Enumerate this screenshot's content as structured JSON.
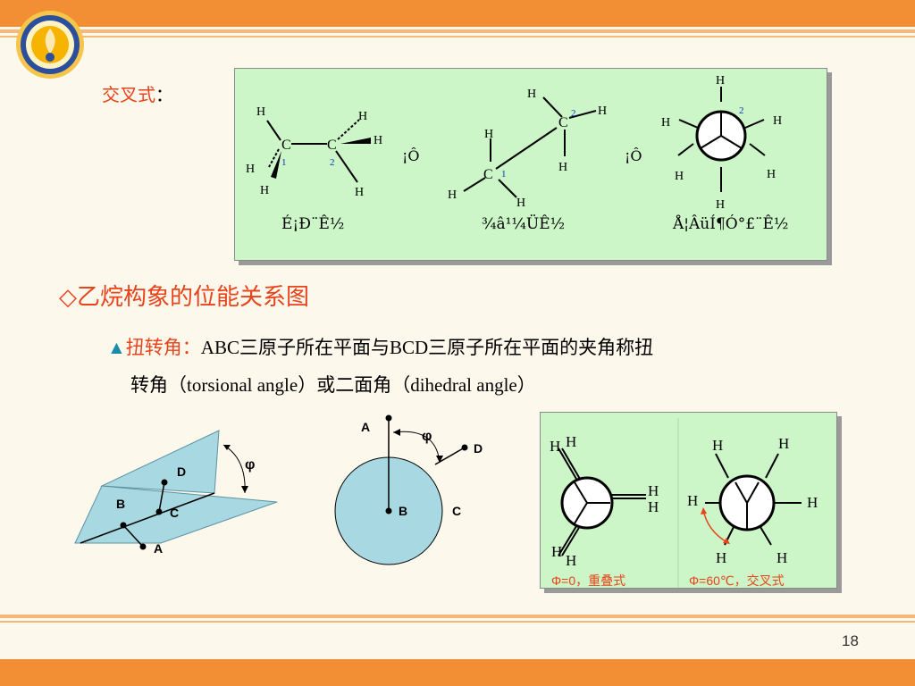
{
  "slide": {
    "page_number": "18",
    "colors": {
      "accent_red": "#e8431a",
      "orange_band": "#f28e33",
      "panel_green": "#ccf5c8",
      "circle_blue": "#a8d8e2"
    }
  },
  "logo": {
    "icon": "university-emblem-icon"
  },
  "section1": {
    "title": "交叉式",
    "colon": "：",
    "newman_sep_1": "¡Ô",
    "newman_sep_2": "¡Ô",
    "caption_wedge": "É¡Ð¨Ê½",
    "caption_sawhorse": "¾â¹¼ÜÊ½",
    "caption_newman": "Å¦ÂüÍ¶Ó°£¨Ê½"
  },
  "section2": {
    "heading": "◇乙烷构象的位能关系图",
    "bullet_marker": "▲",
    "term": "扭转角：",
    "definition_line1": "ABC三原子所在平面与BCD三原子所在平面的夹角称扭",
    "definition_line2": "转角（torsional angle）或二面角（dihedral angle）"
  },
  "diagram_planes": {
    "phi": "φ",
    "point_d": "D",
    "point_b": "B",
    "point_c": "C",
    "point_a": "A"
  },
  "diagram_circle": {
    "phi": "φ",
    "point_a": "A",
    "point_d": "D",
    "point_b": "B",
    "point_c": "C"
  },
  "projection_panel": {
    "caption_eclipsed": "Φ=0，重叠式",
    "caption_staggered": "Φ=60℃，交叉式"
  }
}
